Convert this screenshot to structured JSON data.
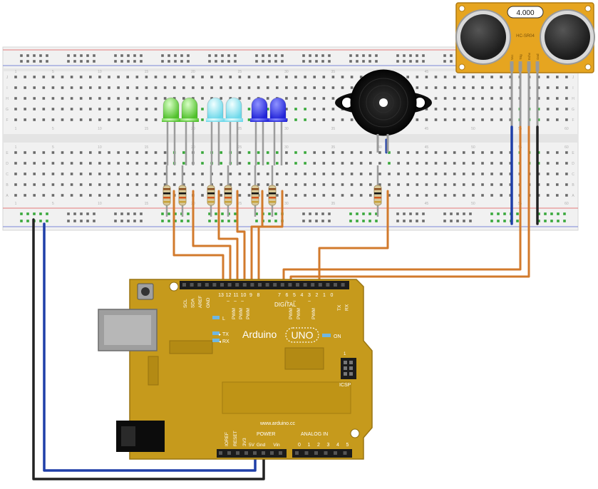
{
  "sensor": {
    "display": "4.000",
    "model": "HC-SR04",
    "pins": [
      "Vcc",
      "Trig",
      "Echo",
      "Gnd"
    ]
  },
  "arduino": {
    "brand": "Arduino",
    "model": "UNO",
    "website": "www.arduino.cc",
    "digital_label": "DIGITAL",
    "top_header": [
      "SCL",
      "SDA",
      "AREF",
      "GND"
    ],
    "digital_pins": [
      "13",
      "12",
      "11",
      "10",
      "9",
      "8",
      "7",
      "6",
      "5",
      "4",
      "3",
      "2",
      "1",
      "0"
    ],
    "digital_pins_tilde": [
      "~",
      "~",
      "~",
      "~",
      "~",
      "~"
    ],
    "pwm": "PWM",
    "tx_rx": [
      "TX",
      "RX"
    ],
    "tx_rx_arrows": [
      "▸",
      "◂"
    ],
    "leds": {
      "l": "L",
      "tx": "TX",
      "rx": "RX",
      "on": "ON"
    },
    "icsp": "ICSP",
    "icsp_pin": "1",
    "power_label": "POWER",
    "analog_label": "ANALOG IN",
    "power_pins": [
      "IOREF",
      "RESET",
      "3V3",
      "5V",
      "Gnd",
      "Vin"
    ],
    "analog_pins": [
      "0",
      "1",
      "2",
      "3",
      "4",
      "5"
    ]
  },
  "breadboard": {
    "col_numbers": [
      "1",
      "5",
      "10",
      "15",
      "20",
      "25",
      "30",
      "35",
      "40",
      "45",
      "50",
      "55",
      "60"
    ],
    "row_letters": [
      "J",
      "I",
      "H",
      "G",
      "F",
      "E",
      "D",
      "C",
      "B",
      "A"
    ]
  },
  "colors": {
    "board": "#c69a1c",
    "board_edge": "#9a7512",
    "wire_orange": "#d27a2c",
    "wire_blue": "#1f3fa8",
    "wire_black": "#222222",
    "led_green": "#6bdc3c",
    "led_cyan": "#9eeaf5",
    "led_blue": "#3236e6",
    "sensor": "#e0a21c"
  }
}
